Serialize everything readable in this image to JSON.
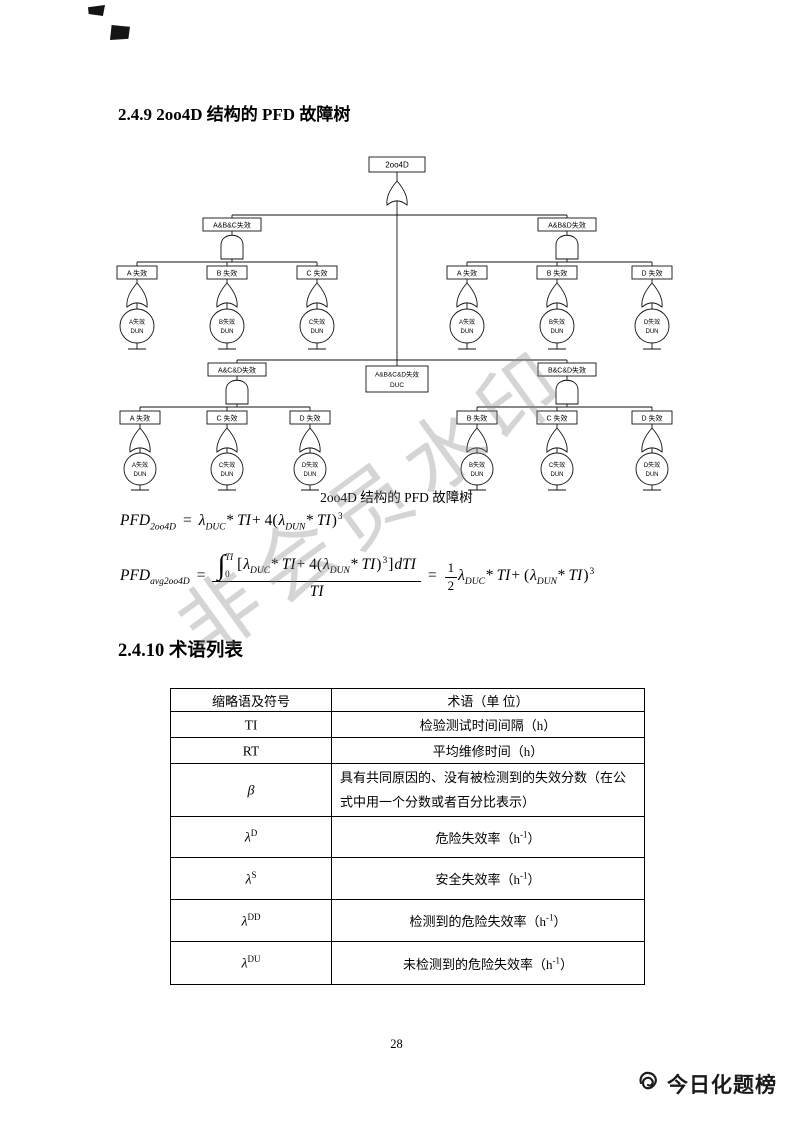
{
  "headings": {
    "s249": "2.4.9 2oo4D 结构的 PFD 故障树",
    "s2410": "2.4.10 术语列表"
  },
  "tree": {
    "root": "2oo4D",
    "caption": "2oo4D 结构的 PFD 故障树",
    "duc_line1": "A&B&C&D失效",
    "duc_line2": "DUC",
    "branches": [
      {
        "label": "A&B&C失效",
        "children": [
          {
            "box": "A 失效",
            "event": "A失效",
            "mode": "DUN"
          },
          {
            "box": "B 失效",
            "event": "B失效",
            "mode": "DUN"
          },
          {
            "box": "C 失效",
            "event": "C失效",
            "mode": "DUN"
          }
        ]
      },
      {
        "label": "A&B&D失效",
        "children": [
          {
            "box": "A 失效",
            "event": "A失效",
            "mode": "DUN"
          },
          {
            "box": "B 失效",
            "event": "B失效",
            "mode": "DUN"
          },
          {
            "box": "D 失效",
            "event": "D失效",
            "mode": "DUN"
          }
        ]
      },
      {
        "label": "A&C&D失效",
        "children": [
          {
            "box": "A 失效",
            "event": "A失效",
            "mode": "DUN"
          },
          {
            "box": "C 失效",
            "event": "C失效",
            "mode": "DUN"
          },
          {
            "box": "D 失效",
            "event": "D失效",
            "mode": "DUN"
          }
        ]
      },
      {
        "label": "B&C&D失效",
        "children": [
          {
            "box": "B 失效",
            "event": "B失效",
            "mode": "DUN"
          },
          {
            "box": "C 失效",
            "event": "C失效",
            "mode": "DUN"
          },
          {
            "box": "D 失效",
            "event": "D失效",
            "mode": "DUN"
          }
        ]
      }
    ]
  },
  "formula1": {
    "lhs": "PFD",
    "lhs_sub": "2oo4D",
    "eq": "=",
    "lam1": "λ",
    "lam1_sub": "DUC",
    "t1": "* TI",
    "plus": "+ 4(",
    "lam2": "λ",
    "lam2_sub": "DUN",
    "t2": "* TI",
    "close": ")",
    "pow": "3"
  },
  "formula2": {
    "lhs": "PFD",
    "lhs_sub": "avg2oo4D",
    "eq": "=",
    "int_sign": "∫",
    "int_hi": "TI",
    "int_lo": "0",
    "open": "[",
    "lam1": "λ",
    "lam1_sub": "DUC",
    "t1": "* TI",
    "plus": "+ 4(",
    "lam2": "λ",
    "lam2_sub": "DUN",
    "t2": "* TI",
    "close": ")",
    "pow": "3",
    "close_b": "]",
    "dti": "dTI",
    "den": "TI",
    "eq2": "=",
    "half_n": "1",
    "half_d": "2",
    "lam3": "λ",
    "lam3_sub": "DUC",
    "t3": "* TI",
    "plus2": "+ (",
    "lam4": "λ",
    "lam4_sub": "DUN",
    "t4": "* TI",
    "close2": ")",
    "pow2": "3"
  },
  "table": {
    "headers": [
      "缩略语及符号",
      "术语（单 位）"
    ],
    "rows": [
      {
        "sym": "TI",
        "sup": "",
        "term_pre": "检验测试时间间隔（h）",
        "term_sup": "",
        "term_post": ""
      },
      {
        "sym": "RT",
        "sup": "",
        "term_pre": "平均维修时间（h）",
        "term_sup": "",
        "term_post": ""
      },
      {
        "sym": "β",
        "sup": "",
        "term_pre": "具有共同原因的、没有被检测到的失效分数（在公式中用一个分数或者百分比表示）",
        "term_sup": "",
        "term_post": ""
      },
      {
        "sym": "λ",
        "sup": "D",
        "term_pre": "危险失效率（h",
        "term_sup": "-1",
        "term_post": "）"
      },
      {
        "sym": "λ",
        "sup": "S",
        "term_pre": "安全失效率（h",
        "term_sup": "-1",
        "term_post": "）"
      },
      {
        "sym": "λ",
        "sup": "DD",
        "term_pre": "检测到的危险失效率（h",
        "term_sup": "-1",
        "term_post": "）"
      },
      {
        "sym": "λ",
        "sup": "DU",
        "term_pre": "未检测到的危险失效率（h",
        "term_sup": "-1",
        "term_post": "）"
      }
    ]
  },
  "footer": {
    "page_number": "28"
  },
  "watermark": {
    "text": "非会员水印"
  },
  "brand": {
    "name": "今日化题榜"
  }
}
